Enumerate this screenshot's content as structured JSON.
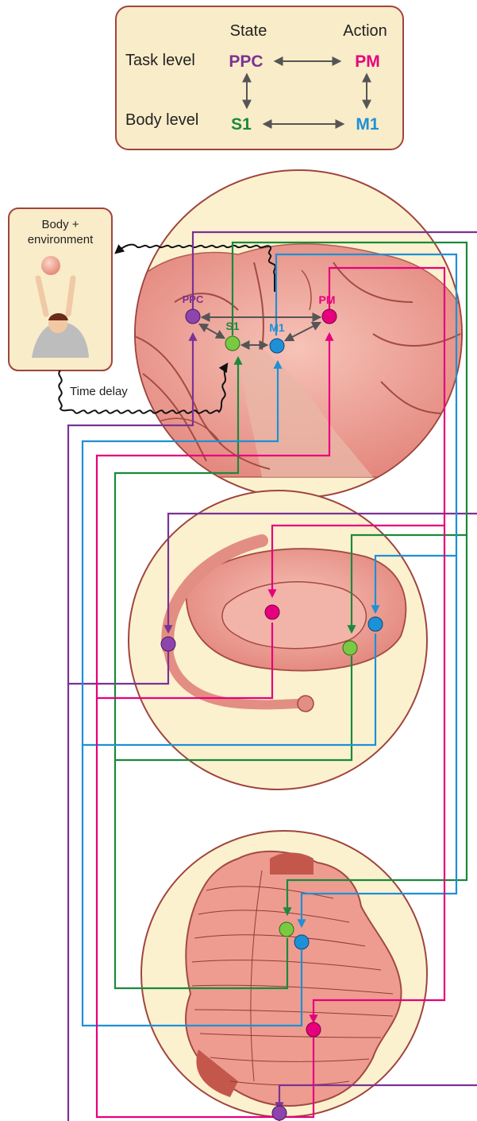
{
  "legend": {
    "col_state": "State",
    "col_action": "Action",
    "row_task": "Task level",
    "row_body": "Body level",
    "ppc": "PPC",
    "pm": "PM",
    "s1": "S1",
    "m1": "M1"
  },
  "body_box": {
    "line1": "Body +",
    "line2": "environment"
  },
  "time_delay": "Time delay",
  "cortex_nodes": {
    "ppc": "PPC",
    "s1": "S1",
    "m1": "M1",
    "pm": "PM"
  },
  "colors": {
    "ppc": "#7b3294",
    "s1": "#1a8a3a",
    "m1": "#1e90d6",
    "pm": "#e6007e",
    "box_fill": "#f9ecc8",
    "box_stroke": "#a0443e",
    "circle_fill": "#fbf1cf",
    "circle_stroke": "#a0443e",
    "tissue": "#f0a9a0"
  }
}
